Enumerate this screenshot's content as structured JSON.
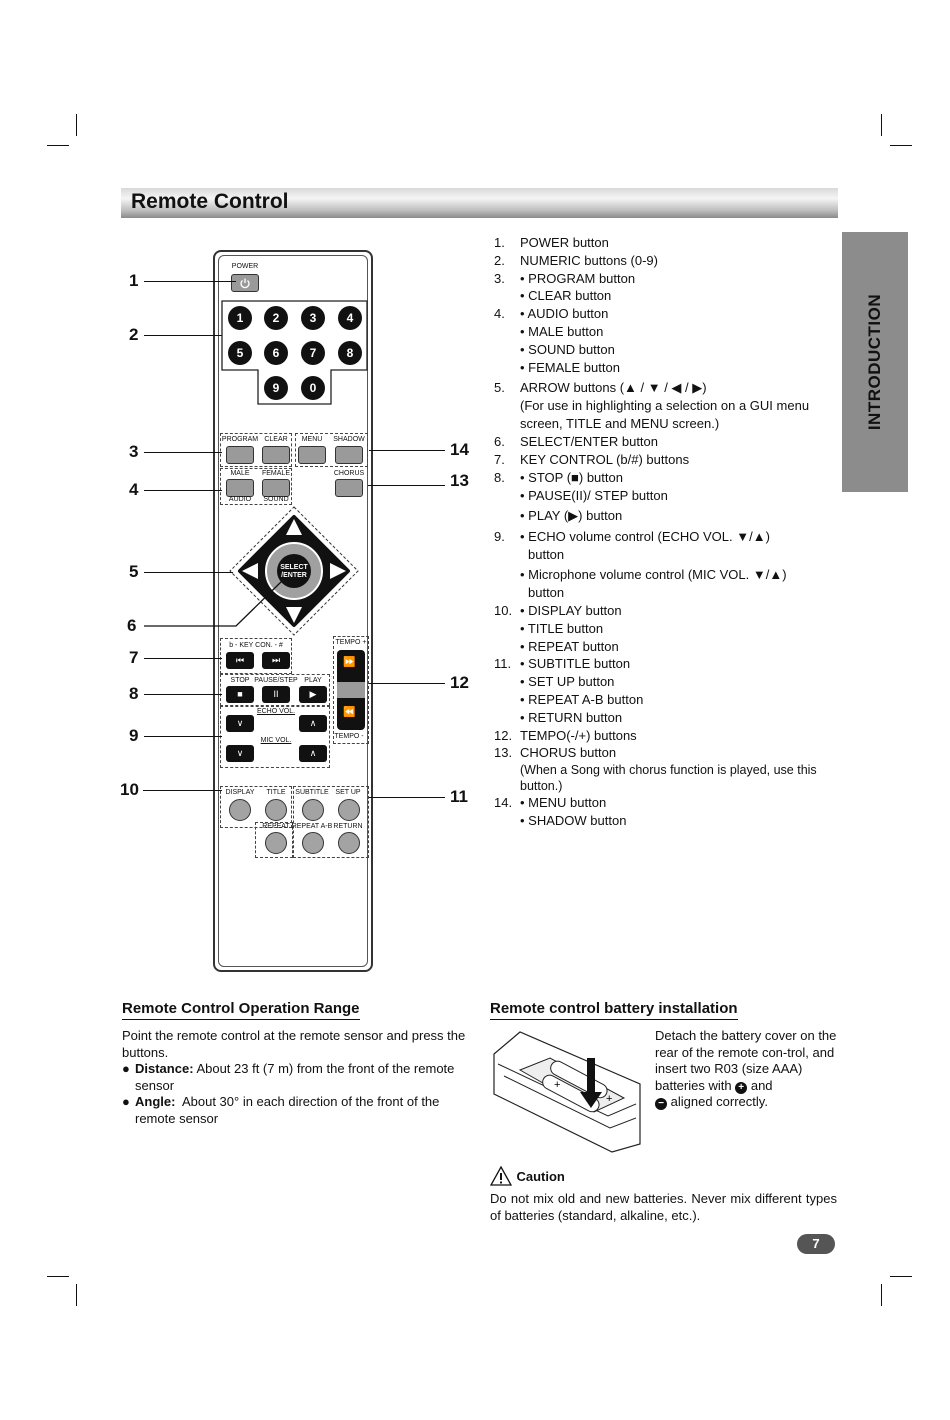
{
  "header": {
    "title": "Remote Control",
    "side_tab": "INTRODUCTION"
  },
  "callouts": [
    "1",
    "2",
    "3",
    "4",
    "5",
    "6",
    "7",
    "8",
    "9",
    "10",
    "11",
    "12",
    "13",
    "14"
  ],
  "remote": {
    "power_label": "POWER",
    "power_icon": "power-icon",
    "numbers": [
      "1",
      "2",
      "3",
      "4",
      "5",
      "6",
      "7",
      "8",
      "9",
      "0"
    ],
    "program": "PROGRAM",
    "clear": "CLEAR",
    "menu": "MENU",
    "shadow": "SHADOW",
    "male": "MALE",
    "female": "FEMALE",
    "audio": "AUDIO",
    "sound": "SOUND",
    "chorus": "CHORUS",
    "select_line1": "SELECT",
    "select_line2": "/ENTER",
    "keycon": "b  -  KEY CON.  -  #",
    "tempo_plus": "TEMPO +",
    "tempo_minus": "TEMPO -",
    "stop": "STOP",
    "pause_step": "PAUSE/STEP",
    "play": "PLAY",
    "echo_vol": "ECHO VOL.",
    "mic_vol": "MIC VOL.",
    "display": "DISPLAY",
    "title": "TITLE",
    "subtitle": "SUBTITLE",
    "setup": "SET UP",
    "repeat": "REPEAT",
    "repeat_ab": "REPEAT A-B",
    "return": "RETURN"
  },
  "list": [
    {
      "n": "1.",
      "t": "POWER button"
    },
    {
      "n": "2.",
      "t": "NUMERIC buttons (0-9)"
    },
    {
      "n": "3.",
      "t": "• PROGRAM button"
    },
    {
      "n": "",
      "t": "• CLEAR button"
    },
    {
      "n": "4.",
      "t": "• AUDIO button"
    },
    {
      "n": "",
      "t": "• MALE button"
    },
    {
      "n": "",
      "t": "• SOUND button"
    },
    {
      "n": "",
      "t": "• FEMALE button"
    },
    {
      "n": "5.",
      "t": "ARROW buttons (▲ / ▼ / ◀ / ▶)"
    },
    {
      "n": "",
      "t": "(For use in highlighting a selection on a GUI menu screen, TITLE and MENU screen.)"
    },
    {
      "n": "6.",
      "t": "SELECT/ENTER button"
    },
    {
      "n": "7.",
      "t": "KEY CONTROL (b/#) buttons"
    },
    {
      "n": "8.",
      "t": "• STOP (■) button"
    },
    {
      "n": "",
      "t": "• PAUSE(II)/ STEP button"
    },
    {
      "n": "",
      "t": "• PLAY (▶) button"
    },
    {
      "n": "9.",
      "t": "• ECHO volume control (ECHO VOL. ▼/▲)"
    },
    {
      "n": "",
      "t": "button"
    },
    {
      "n": "",
      "t": "• Microphone volume control (MIC VOL. ▼/▲)"
    },
    {
      "n": "",
      "t": "button"
    },
    {
      "n": "10.",
      "t": "• DISPLAY button"
    },
    {
      "n": "",
      "t": "• TITLE button"
    },
    {
      "n": "",
      "t": "• REPEAT button"
    },
    {
      "n": "11.",
      "t": "• SUBTITLE button"
    },
    {
      "n": "",
      "t": "• SET UP button"
    },
    {
      "n": "",
      "t": "• REPEAT A-B button"
    },
    {
      "n": "",
      "t": "• RETURN button"
    },
    {
      "n": "12.",
      "t": "TEMPO(-/+) buttons"
    },
    {
      "n": "13.",
      "t": "CHORUS button"
    },
    {
      "n": "",
      "t": "(When a Song with chorus function is played, use this button.)"
    },
    {
      "n": "14.",
      "t": "• MENU button"
    },
    {
      "n": "",
      "t": "• SHADOW button"
    }
  ],
  "range": {
    "heading": "Remote Control Operation Range",
    "intro": "Point the remote control at the remote sensor and press the buttons.",
    "distance_label": "Distance:",
    "distance_text": "About 23 ft (7 m) from the front of the remote sensor",
    "angle_label": "Angle:",
    "angle_text": "About 30° in each direction of the front of the remote sensor"
  },
  "battery": {
    "heading": "Remote control battery installation",
    "text1": "Detach the battery cover on the rear of the remote con-trol, and insert two R03 (size AAA) batteries with",
    "plus": "+",
    "and": "and",
    "minus": "−",
    "text2": "aligned correctly.",
    "caution_label": "Caution",
    "caution_text": "Do not mix old and new batteries. Never mix different types of batteries (standard, alkaline, etc.)."
  },
  "page_number": "7"
}
